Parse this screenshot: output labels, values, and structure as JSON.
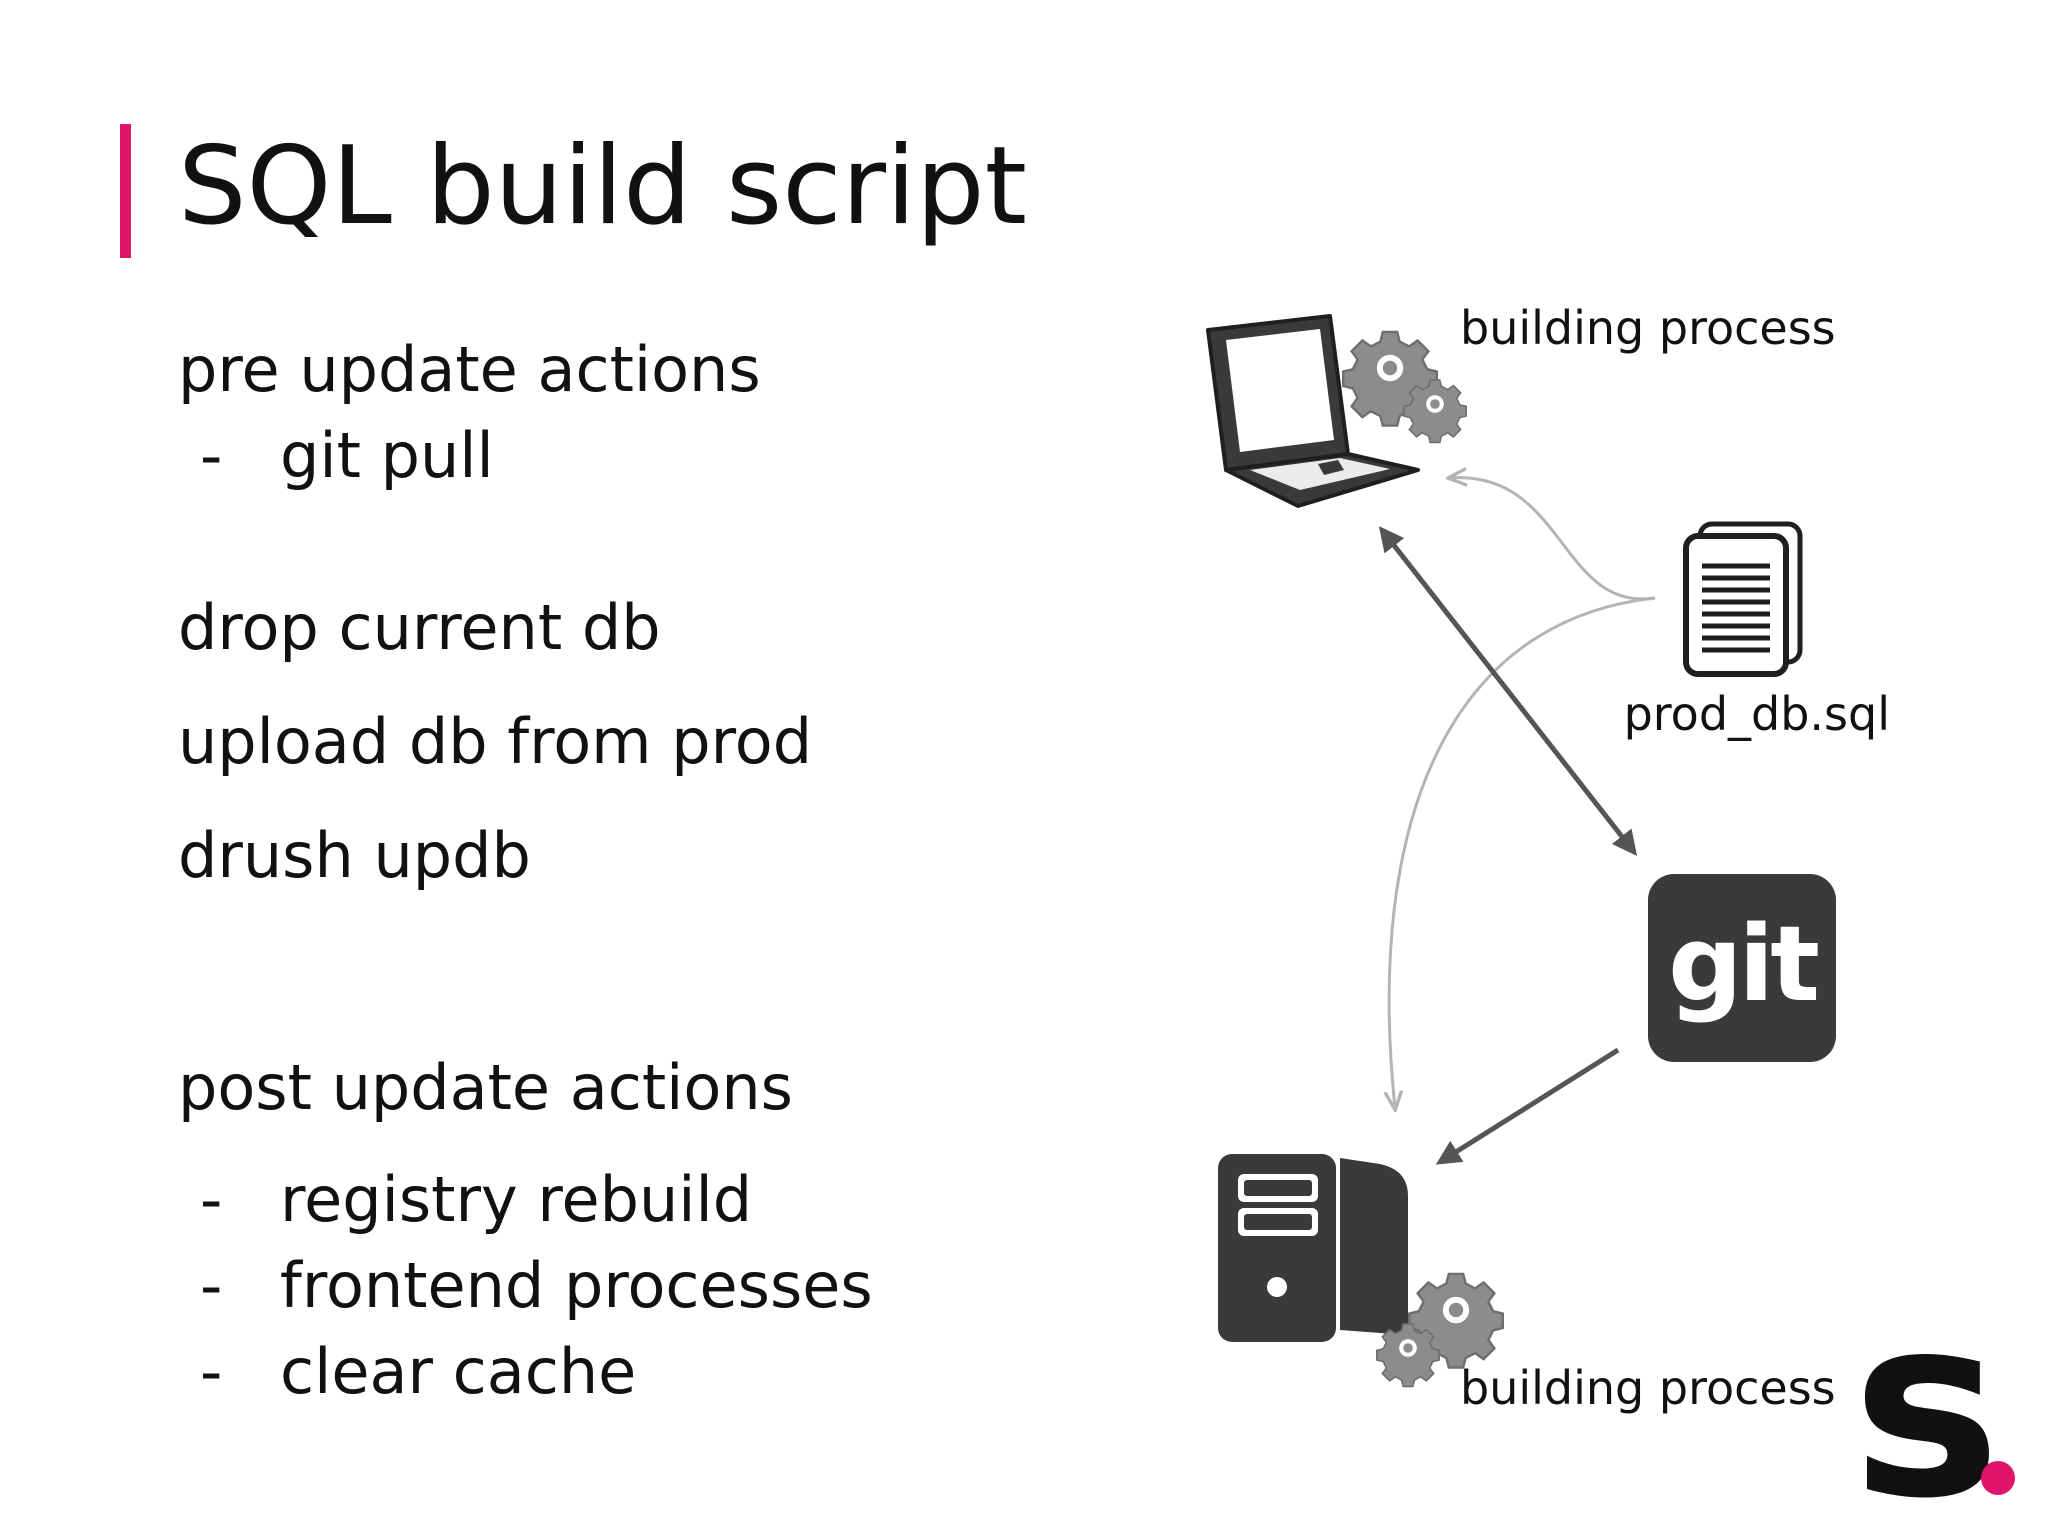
{
  "slide": {
    "title": "SQL build script",
    "pre_update": {
      "heading": "pre update actions",
      "items": [
        "git pull"
      ]
    },
    "steps": [
      "drop current db",
      "upload db from prod",
      "drush updb"
    ],
    "post_update": {
      "heading": "post update actions",
      "items": [
        "registry rebuild",
        "frontend processes",
        "clear cache"
      ]
    },
    "bullet_char": "-"
  },
  "diagram": {
    "laptop_label": "building process",
    "sql_file_label": "prod_db.sql",
    "git_label": "git",
    "server_label": "building process"
  },
  "brand": {
    "logo_letter": "s",
    "accent_color": "#e0146a"
  }
}
